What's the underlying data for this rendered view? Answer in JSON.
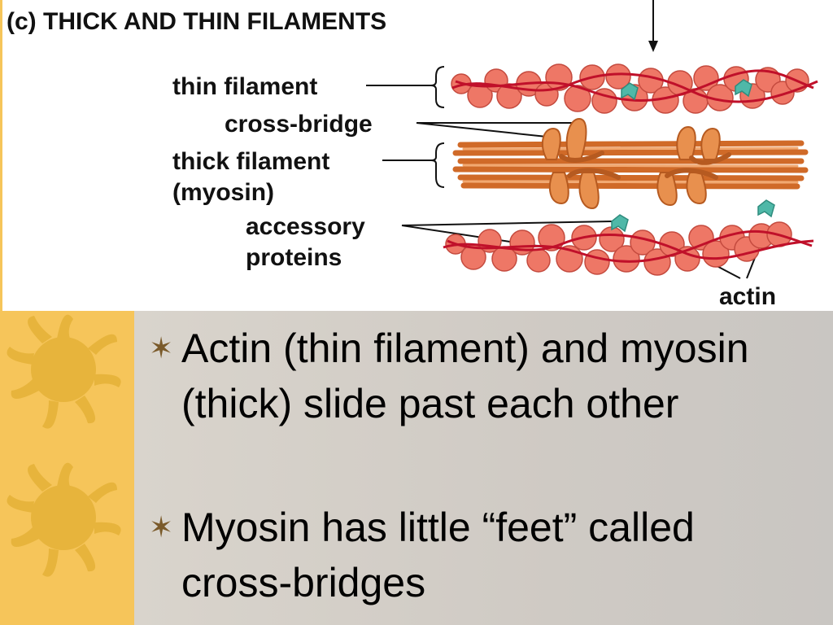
{
  "figure": {
    "title": "(c)  THICK AND THIN FILAMENTS",
    "labels": {
      "thin_filament": "thin filament",
      "cross_bridge": "cross-bridge",
      "thick_filament": "thick filament",
      "myosin": "(myosin)",
      "accessory": "accessory",
      "proteins": "proteins",
      "actin": "actin"
    },
    "colors": {
      "actin_bead": "#ee7766",
      "actin_strand": "#c0102a",
      "myosin": "#e89050",
      "accessory_protein": "#4fb8a8",
      "sidebar": "#f6c55a",
      "sun": "#e7b43c"
    }
  },
  "bullets": [
    {
      "icon": "star-bullet-icon",
      "text": "Actin (thin filament) and myosin (thick) slide past each other"
    },
    {
      "icon": "star-bullet-icon",
      "text": "Myosin has little “feet” called cross-bridges"
    }
  ],
  "bullet_glyph": "✶"
}
